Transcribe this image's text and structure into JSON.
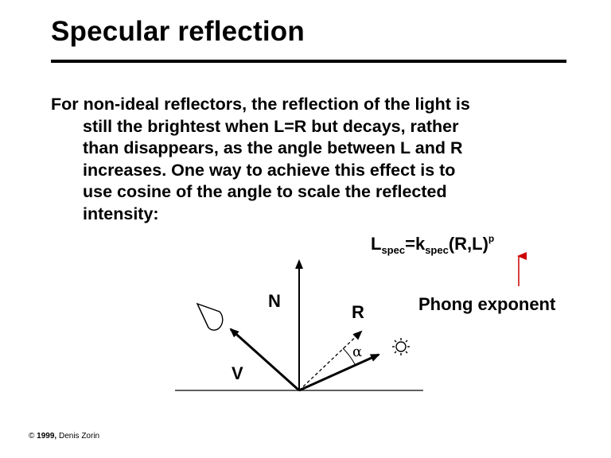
{
  "slide": {
    "title": "Specular reflection",
    "paragraph_lines": [
      "For non-ideal reflectors, the reflection of the light is",
      "still the brightest when L=R but decays, rather",
      "than disappears, as the angle between L and R",
      "increases. One way to achieve this effect is to",
      "use cosine of the angle to scale the reflected",
      "intensity:"
    ],
    "formula": {
      "l": "L",
      "l_sub": "spec",
      "eq_k": "=k",
      "k_sub": "spec",
      "args": "(R,L)",
      "exponent": "p"
    },
    "exponent_label": "Phong exponent",
    "diagram": {
      "normal_label": "N",
      "reflect_label": "R",
      "view_label": "V",
      "angle_label": "α",
      "eye_icon": "eye-icon",
      "light_icon": "sun-icon",
      "annotation_color": "#cc0000"
    },
    "footer": {
      "symbol": "©",
      "year": "1999,",
      "author": "Denis Zorin"
    }
  }
}
